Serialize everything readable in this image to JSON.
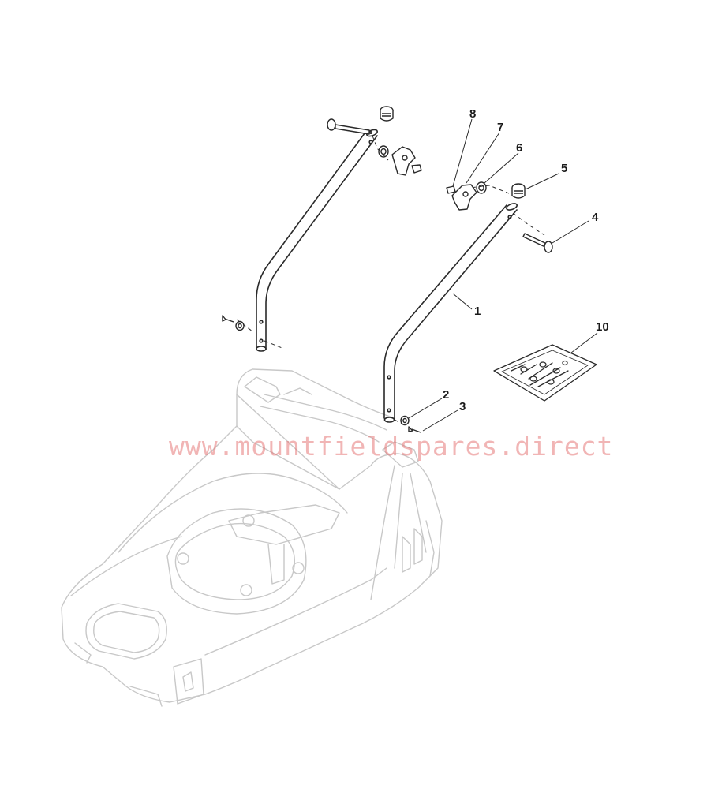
{
  "watermark": "www.mountfieldspares.direct",
  "callouts": [
    {
      "id": "1",
      "label": "1"
    },
    {
      "id": "2",
      "label": "2"
    },
    {
      "id": "3",
      "label": "3"
    },
    {
      "id": "4",
      "label": "4"
    },
    {
      "id": "5",
      "label": "5"
    },
    {
      "id": "6",
      "label": "6"
    },
    {
      "id": "7",
      "label": "7"
    },
    {
      "id": "8",
      "label": "8"
    },
    {
      "id": "10",
      "label": "10"
    }
  ],
  "colors": {
    "line": "#2a2a2a",
    "deck": "#c8c8c8",
    "watermark": "#e67878"
  }
}
